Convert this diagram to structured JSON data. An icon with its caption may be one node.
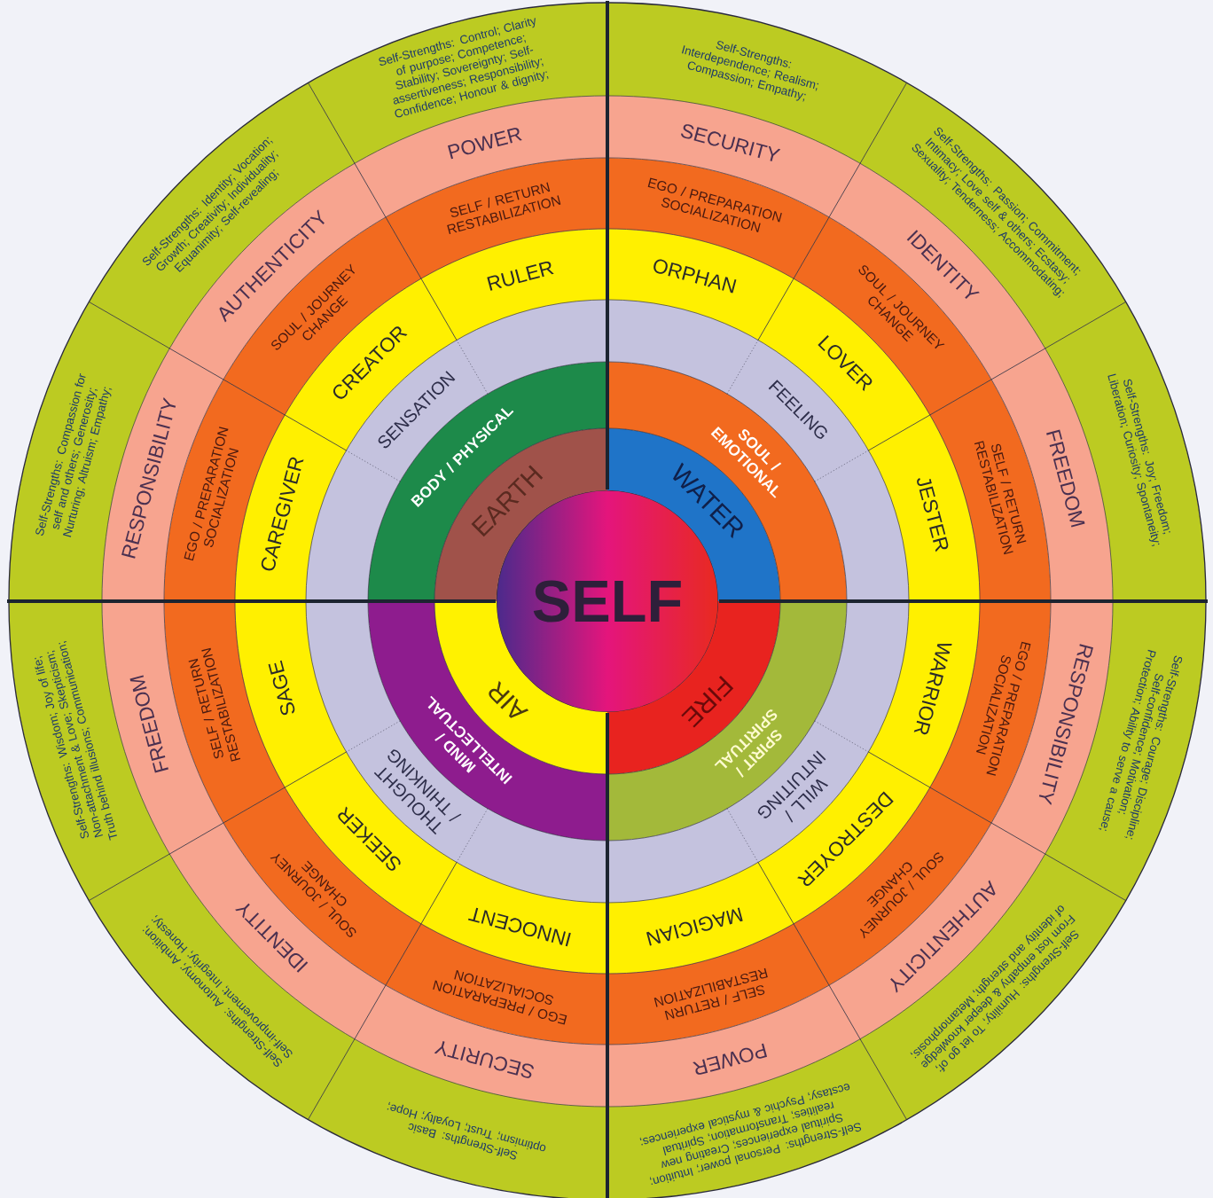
{
  "diagram": {
    "nodes": [
      {
        "text": [
          "SELF"
        ]
      },
      {
        "text": [
          "EARTH"
        ]
      },
      {
        "text": [
          "WATER"
        ]
      },
      {
        "text": [
          "AIR"
        ]
      },
      {
        "text": [
          "FIRE"
        ]
      },
      {
        "text": [
          "BODY / PHYSICAL"
        ]
      },
      {
        "text": [
          "SOUL / EMOTIONAL"
        ]
      },
      {
        "text": [
          "MIND / INTELLECTUAL"
        ]
      },
      {
        "text": [
          "SPIRIT / SPIRITUAL"
        ]
      },
      {
        "text": [
          "SENSATION"
        ]
      },
      {
        "text": [
          "FEELING"
        ]
      },
      {
        "text": [
          "THOUGHT / THINKING"
        ]
      },
      {
        "text": [
          "WILL / INTUITING"
        ]
      },
      {
        "text": [
          "CAREGIVER"
        ]
      },
      {
        "text": [
          "CREATOR"
        ]
      },
      {
        "text": [
          "RULER"
        ]
      },
      {
        "text": [
          "ORPHAN"
        ]
      },
      {
        "text": [
          "LOVER"
        ]
      },
      {
        "text": [
          "JESTER"
        ]
      },
      {
        "text": [
          "WARRIOR"
        ]
      },
      {
        "text": [
          "DESTROYER"
        ]
      },
      {
        "text": [
          "MAGICIAN"
        ]
      },
      {
        "text": [
          "INNOCENT"
        ]
      },
      {
        "text": [
          "SEEKER"
        ]
      },
      {
        "text": [
          "SAGE"
        ]
      },
      {
        "text": [
          "EGO / PREPARATION SOCIALIZATION"
        ]
      },
      {
        "text": [
          "SOUL / JOURNEY CHANGE"
        ]
      },
      {
        "text": [
          "SELF / RETURN RESTABILIZATION"
        ]
      },
      {
        "text": [
          "EGO / PREPARATION SOCIALIZATION"
        ]
      },
      {
        "text": [
          "SOUL / JOURNEY CHANGE"
        ]
      },
      {
        "text": [
          "SELF / RETURN RESTABILIZATION"
        ]
      },
      {
        "text": [
          "EGO / PREPARATION SOCIALIZATION"
        ]
      },
      {
        "text": [
          "SOUL / JOURNEY CHANGE"
        ]
      },
      {
        "text": [
          "SELF / RETURN RESTABILIZATION"
        ]
      },
      {
        "text": [
          "EGO / PREPARATION SOCIALIZATION"
        ]
      },
      {
        "text": [
          "SOUL / JOURNEY CHANGE"
        ]
      },
      {
        "text": [
          "SELF / RETURN RESTABILIZATION"
        ]
      },
      {
        "text": [
          "RESPONSIBILITY"
        ]
      },
      {
        "text": [
          "AUTHENTICITY"
        ]
      },
      {
        "text": [
          "POWER"
        ]
      },
      {
        "text": [
          "SECURITY"
        ]
      },
      {
        "text": [
          "IDENTITY"
        ]
      },
      {
        "text": [
          "FREEDOM"
        ]
      },
      {
        "text": [
          "RESPONSIBILITY"
        ]
      },
      {
        "text": [
          "AUTHENTICITY"
        ]
      },
      {
        "text": [
          "POWER"
        ]
      },
      {
        "text": [
          "SECURITY"
        ]
      },
      {
        "text": [
          "IDENTITY"
        ]
      },
      {
        "text": [
          "FREEDOM"
        ]
      },
      {
        "text": [
          "Self-Strengths: Compassion for self and others; Generosity; Nurturing; Altruism; Empathy;"
        ]
      },
      {
        "text": [
          "Self-Strengths: Identity; Vocation; Growth; Creativity; Individuality; Equanimity; Self-revealing;"
        ]
      },
      {
        "text": [
          "Self-Strengths: Control; Clarity of purpose; Competence; Stability; Sovereignty; Self-assertiveness; Responsibility; Confidence; Honour & dignity;"
        ]
      },
      {
        "text": [
          "Self-Strengths: Interdependence; Realism; Compassion; Empathy;"
        ]
      },
      {
        "text": [
          "Self-Strengths: Passion; Commitment; Intimacy; Love self & others; Ecstasy; Sexuality; Tenderness; Accommodating;"
        ]
      },
      {
        "text": [
          "Self-Strengths: Joy; Freedom; Liberation; Curiosity; Spontaneity;"
        ]
      },
      {
        "text": [
          "Self-Strengths: Courage; Discipline; Self-confidence; Motivation; Protection; Ability to serve a cause;"
        ]
      },
      {
        "text": [
          "Self-Strengths: Humility; To let go of; From lost empathy & deeper knowledge of identity and strength; Metamorphosis;"
        ]
      },
      {
        "text": [
          "Self-Strengths: Personal power; Intuition; Spiritual experiences; Creating new realities; Transformation; Spiritual ecstasy; Psychic & mystical experiences;"
        ]
      },
      {
        "text": [
          "Self-Strengths: Basic optimism; Trust; Loyalty; Hope;"
        ]
      },
      {
        "text": [
          "Self-Strengths: Autonomy; Ambition; Self-improvement; Integrity; Honesty;"
        ]
      },
      {
        "text": [
          "Self-Strengths: Wisdom; Joy of life; Non-attachment & Love; Skepticism; Truth behind illusions; Communication;"
        ]
      }
    ]
  }
}
